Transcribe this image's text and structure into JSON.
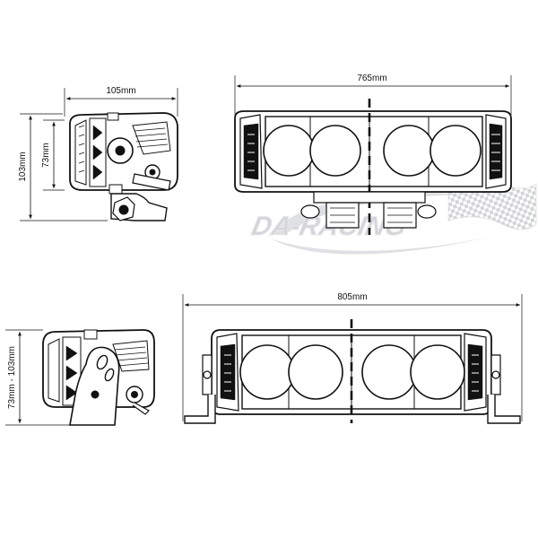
{
  "colors": {
    "ink": "#111111",
    "watermark": "#c8c8cc",
    "watermark_edge": "#e2e2e6",
    "background": "#ffffff"
  },
  "icons": [
    "led-lens-icon",
    "mounting-bracket-icon",
    "adjuster-knob-icon",
    "checkered-flag-icon"
  ],
  "top_side_view": {
    "width_label": "105mm",
    "total_height_label": "103mm",
    "body_height_label": "73mm"
  },
  "top_front_view": {
    "width_label": "765mm",
    "lens_count": 4
  },
  "bottom_side_view": {
    "height_range_label": "73mm - 103mm"
  },
  "bottom_front_view": {
    "width_label": "805mm",
    "lens_count": 4
  },
  "watermark": {
    "text": "DA-RACING"
  }
}
